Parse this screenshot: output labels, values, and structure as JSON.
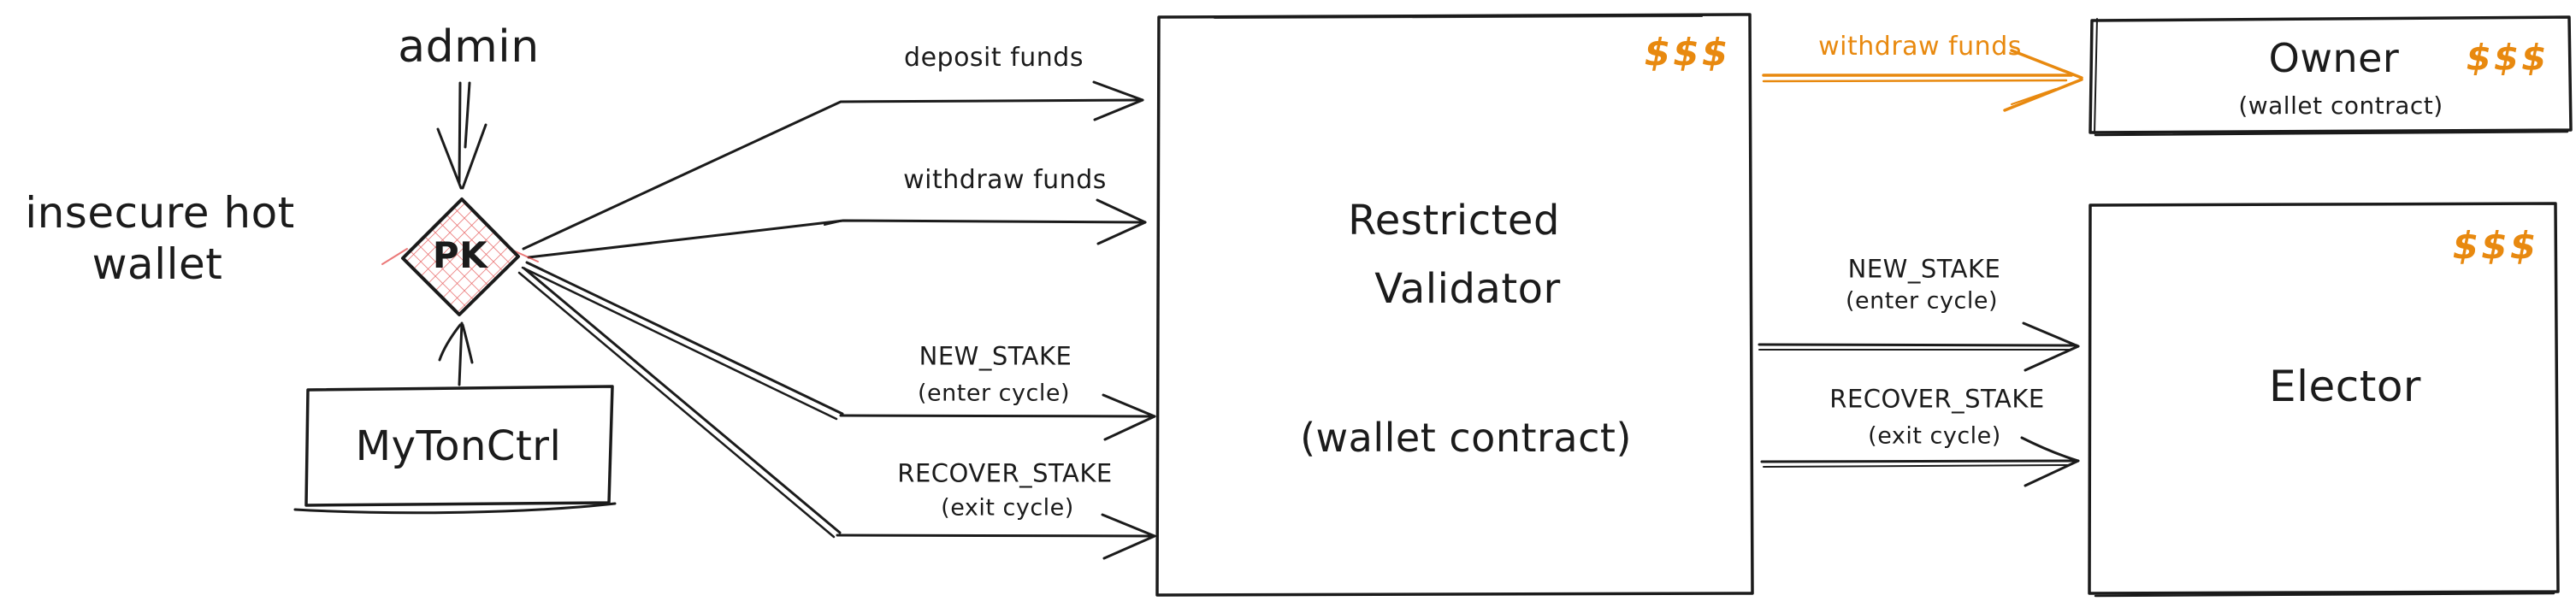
{
  "colors": {
    "ink": "#1b1b1b",
    "accent_orange": "#e8890f",
    "hatch_red": "#e03131",
    "background": "#ffffff"
  },
  "nodes": {
    "admin": {
      "label": "admin"
    },
    "insecure_hot_wallet": {
      "line1": "insecure hot",
      "line2": "wallet"
    },
    "pk": {
      "label": "PK"
    },
    "mytonctrl": {
      "label": "MyTonCtrl"
    },
    "restricted_validator": {
      "line1": "Restricted",
      "line2": "Validator",
      "subtitle": "(wallet contract)",
      "money_badge": "$$$"
    },
    "owner": {
      "label": "Owner",
      "subtitle": "(wallet contract)",
      "money_badge": "$$$"
    },
    "elector": {
      "label": "Elector",
      "money_badge": "$$$"
    }
  },
  "edges": {
    "admin_to_pk": {
      "from": "admin",
      "to": "pk"
    },
    "mytonctrl_to_pk": {
      "from": "mytonctrl",
      "to": "pk"
    },
    "pk_deposit": {
      "from": "pk",
      "to": "restricted_validator",
      "label": "deposit funds"
    },
    "pk_withdraw": {
      "from": "pk",
      "to": "restricted_validator",
      "label": "withdraw funds"
    },
    "pk_new_stake": {
      "from": "pk",
      "to": "restricted_validator",
      "label": "NEW_STAKE",
      "sublabel": "(enter cycle)"
    },
    "pk_recover_stake": {
      "from": "pk",
      "to": "restricted_validator",
      "label": "RECOVER_STAKE",
      "sublabel": "(exit cycle)"
    },
    "rv_withdraw_owner": {
      "from": "restricted_validator",
      "to": "owner",
      "label": "withdraw funds",
      "color": "#e8890f"
    },
    "rv_new_stake_elector": {
      "from": "restricted_validator",
      "to": "elector",
      "label": "NEW_STAKE",
      "sublabel": "(enter cycle)"
    },
    "rv_recover_stake_elector": {
      "from": "restricted_validator",
      "to": "elector",
      "label": "RECOVER_STAKE",
      "sublabel": "(exit cycle)"
    }
  }
}
